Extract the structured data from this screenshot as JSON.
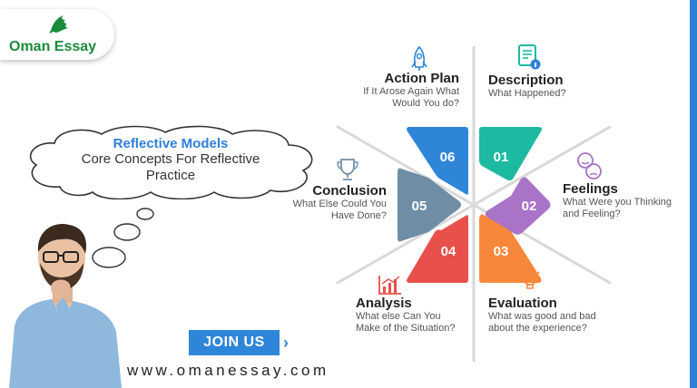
{
  "brand": {
    "name": "Oman Essay",
    "website": "www.omanessay.com"
  },
  "cloud": {
    "title": "Reflective Models",
    "subtitle": "Core Concepts For Reflective Practice"
  },
  "cta": {
    "label": "JOIN US"
  },
  "colors": {
    "accent": "#2f7fd8",
    "brand_green": "#1b8a3b",
    "seg_01": "#1db9a0",
    "seg_02": "#a973c8",
    "seg_03": "#f7873b",
    "seg_04": "#e8504b",
    "seg_05": "#6f8ea6",
    "seg_06": "#2f86d8"
  },
  "segments": [
    {
      "number": "01",
      "title": "Description",
      "subtitle": "What Happened?",
      "icon": "document-icon"
    },
    {
      "number": "02",
      "title": "Feelings",
      "subtitle": "What Were you Thinking and Feeling?",
      "icon": "emotion-faces-icon"
    },
    {
      "number": "03",
      "title": "Evaluation",
      "subtitle": "What was good and bad about the experience?",
      "icon": "lightbulb-icon"
    },
    {
      "number": "04",
      "title": "Analysis",
      "subtitle": "What else Can You Make of the Situation?",
      "icon": "chart-icon"
    },
    {
      "number": "05",
      "title": "Conclusion",
      "subtitle": "What Else Could You Have Done?",
      "icon": "trophy-icon"
    },
    {
      "number": "06",
      "title": "Action Plan",
      "subtitle": "If It Arose Again What Would You do?",
      "icon": "rocket-icon"
    }
  ],
  "labels": {
    "s1_line1": "What Happened?",
    "s2_line1": "What Were you Thinking",
    "s2_line2": "and Feeling?",
    "s3_line1": "What was good and bad",
    "s3_line2": "about the experience?",
    "s4_line1": "What else Can You",
    "s4_line2": "Make of the Situation?",
    "s5_line1": "What Else Could You",
    "s5_line2": "Have Done?",
    "s6_line1": "If It Arose Again What",
    "s6_line2": "Would You do?"
  }
}
